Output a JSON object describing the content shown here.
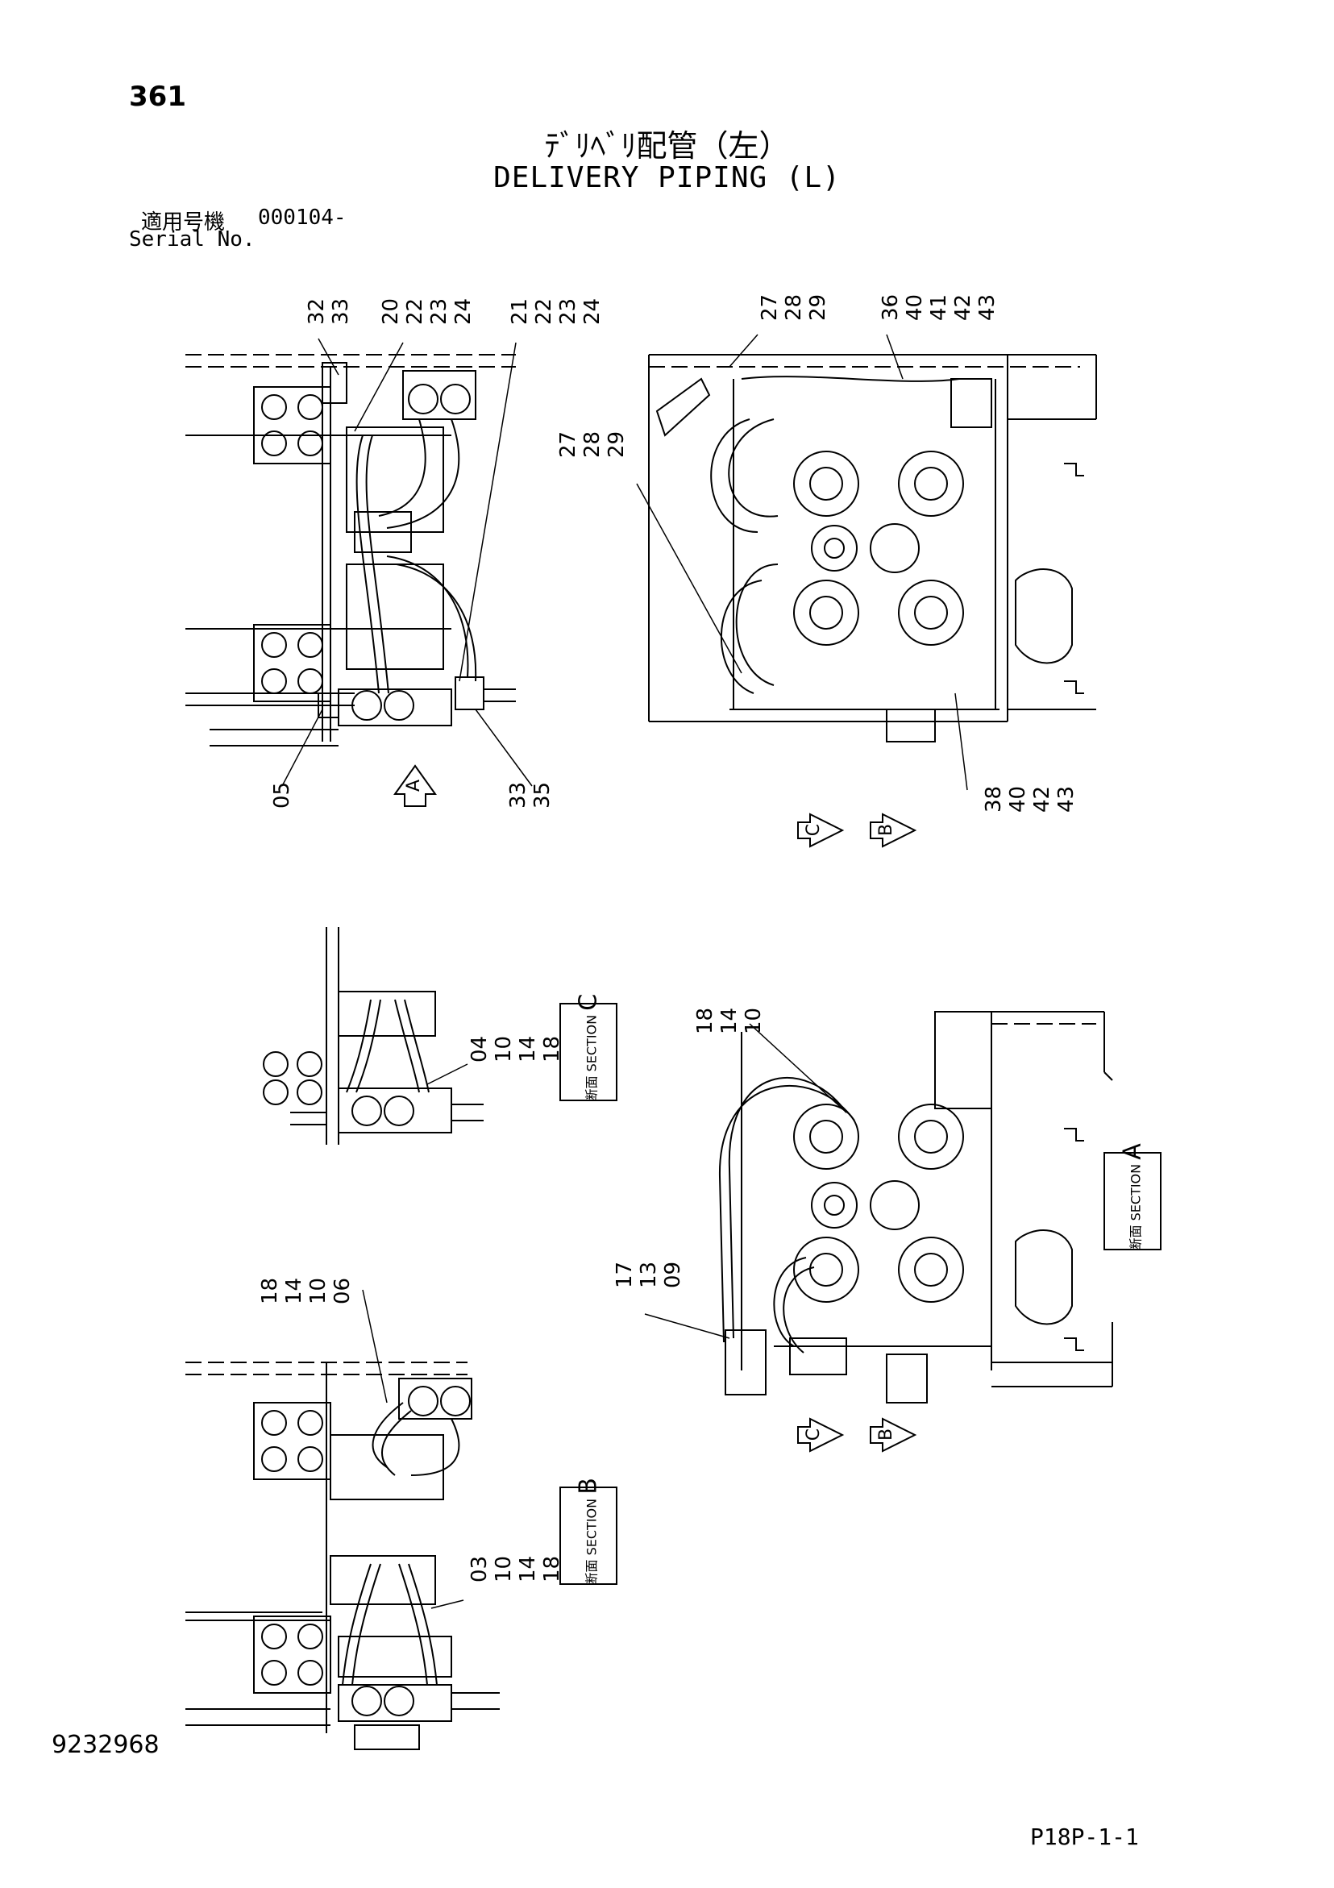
{
  "page_number": "361",
  "title_jp": "ﾃﾞﾘﾍﾞﾘ配管（左）",
  "title_en": "DELIVERY PIPING (L)",
  "serial_label_jp": "適用号機",
  "serial_value": "000104-",
  "serial_label_en": "Serial No.",
  "document_number": "9232968",
  "page_ref": "P18P-1-1",
  "view_markers": {
    "a": "A",
    "b": "B",
    "c": "C"
  },
  "section_labels": {
    "c": {
      "kanji": "断面",
      "word": "SECTION",
      "letter": "C"
    },
    "a": {
      "kanji": "断面",
      "word": "SECTION",
      "letter": "A"
    },
    "b": {
      "kanji": "断面",
      "word": "SECTION",
      "letter": "B"
    }
  },
  "callouts": {
    "tl_1": [
      "32",
      "33"
    ],
    "tl_2": [
      "20",
      "22",
      "23",
      "24"
    ],
    "tl_3": [
      "21",
      "22",
      "23",
      "24"
    ],
    "tl_4": [
      "05"
    ],
    "tl_5": [
      "33",
      "35"
    ],
    "tr_1": [
      "27",
      "28",
      "29"
    ],
    "tr_2": [
      "36",
      "40",
      "41",
      "42",
      "43"
    ],
    "tr_3": [
      "27",
      "28",
      "29"
    ],
    "tr_4": [
      "38",
      "40",
      "42",
      "43"
    ],
    "mc_1": [
      "04",
      "10",
      "14",
      "18"
    ],
    "mr_1": [
      "18",
      "14",
      "10"
    ],
    "mr_2": [
      "17",
      "13",
      "09"
    ],
    "bl_1": [
      "18",
      "14",
      "10",
      "06"
    ],
    "bl_2": [
      "03",
      "10",
      "14",
      "18"
    ]
  }
}
